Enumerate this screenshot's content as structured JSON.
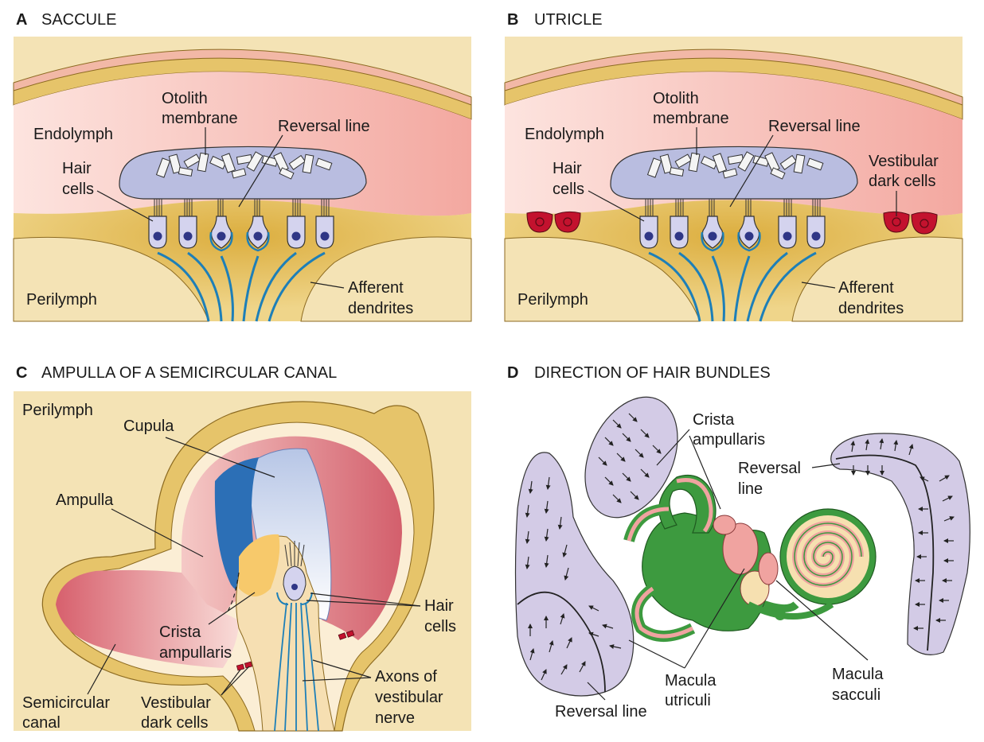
{
  "panels": {
    "a": {
      "letter": "A",
      "title": "SACCULE",
      "labels": {
        "endolymph": "Endolymph",
        "otolith_1": "Otolith",
        "otolith_2": "membrane",
        "reversal": "Reversal line",
        "hair_1": "Hair",
        "hair_2": "cells",
        "perilymph": "Perilymph",
        "afferent_1": "Afferent",
        "afferent_2": "dendrites"
      }
    },
    "b": {
      "letter": "B",
      "title": "UTRICLE",
      "labels": {
        "endolymph": "Endolymph",
        "otolith_1": "Otolith",
        "otolith_2": "membrane",
        "reversal": "Reversal line",
        "hair_1": "Hair",
        "hair_2": "cells",
        "vestibular_1": "Vestibular",
        "vestibular_2": "dark cells",
        "perilymph": "Perilymph",
        "afferent_1": "Afferent",
        "afferent_2": "dendrites"
      }
    },
    "c": {
      "letter": "C",
      "title": "AMPULLA OF A SEMICIRCULAR CANAL",
      "labels": {
        "perilymph": "Perilymph",
        "cupula": "Cupula",
        "ampulla": "Ampulla",
        "crista_1": "Crista",
        "crista_2": "ampullaris",
        "hair_1": "Hair",
        "hair_2": "cells",
        "semi_1": "Semicircular",
        "semi_2": "canal",
        "vest_1": "Vestibular",
        "vest_2": "dark cells",
        "axons_1": "Axons of",
        "axons_2": "vestibular",
        "axons_3": "nerve"
      }
    },
    "d": {
      "letter": "D",
      "title": "DIRECTION OF HAIR BUNDLES",
      "labels": {
        "crista_1": "Crista",
        "crista_2": "ampullaris",
        "reversal_top_1": "Reversal",
        "reversal_top_2": "line",
        "macula_utr_1": "Macula",
        "macula_utr_2": "utriculi",
        "macula_sac_1": "Macula",
        "macula_sac_2": "sacculi",
        "reversal_bottom": "Reversal line"
      }
    }
  },
  "colors": {
    "endolymph": "#f5b7ae",
    "perilymph": "#f4e3b5",
    "tissue": "#e6c46a",
    "otolith": "#b9bde0",
    "hair_cell": "#d4d3ee",
    "nucleus": "#2f3686",
    "nerve": "#1d7fb8",
    "dark_cell": "#c3122e",
    "ampulla_red": "#d8727a",
    "cupula_blue": "#2c6fb6",
    "labyrinth_green": "#3d9a3f",
    "labyrinth_pink": "#f0a3a0",
    "macula_purple": "#d3cbe6"
  }
}
